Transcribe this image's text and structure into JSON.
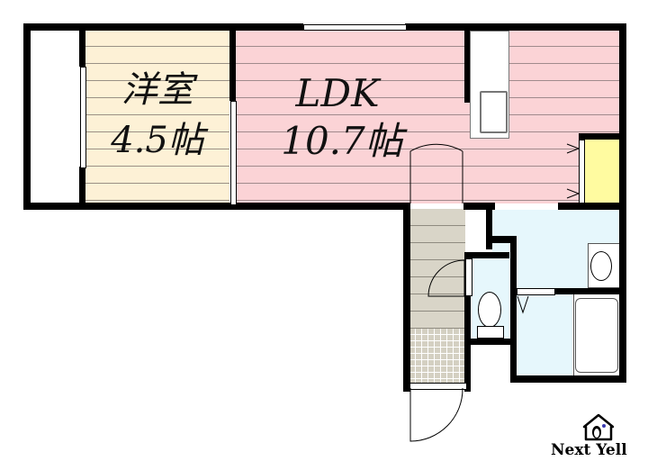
{
  "rooms": {
    "western_room": {
      "name": "洋室",
      "size": "4.5帖"
    },
    "ldk": {
      "name": "LDK",
      "size": "10.7帖"
    }
  },
  "logo": {
    "text": "Next Yell"
  },
  "colors": {
    "western_room": "#fdf1d6",
    "ldk": "#fbd3d6",
    "wet_area": "#e6f7fc",
    "storage": "#fffba0",
    "entrance": "#d9d5c8",
    "walls": "#000000"
  }
}
